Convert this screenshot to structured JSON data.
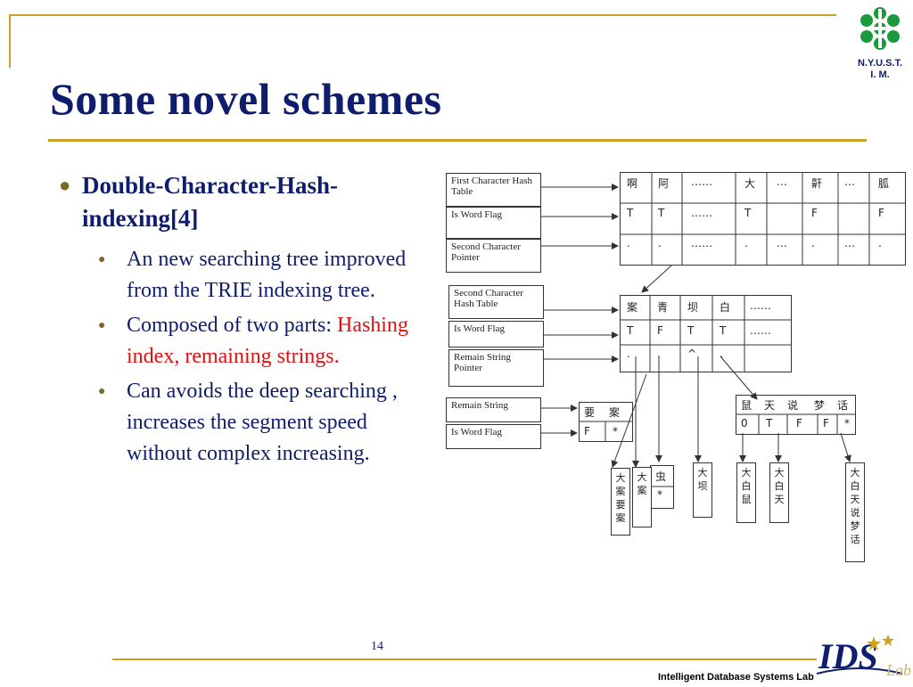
{
  "slide": {
    "title": "Some novel schemes",
    "page_number": "14",
    "footer": "Intelligent Database Systems Lab",
    "logo_top": {
      "line1": "N.Y.U.S.T.",
      "line2": "I. M."
    },
    "logo_bottom": {
      "text": "IDS",
      "sub": "Lab"
    }
  },
  "bullets": {
    "main": "Double-Character-Hash-indexing[4]",
    "sub1": "An new searching tree improved from the TRIE indexing tree.",
    "sub2_black": "Composed of two parts:",
    "sub2_red": "Hashing index, remaining strings.",
    "sub3": "Can avoids the deep searching , increases the segment speed without complex increasing."
  },
  "diagram": {
    "left_boxes": [
      "First Character Hash Table",
      "Is Word Flag",
      "Second Character Pointer",
      "Second Character Hash Table",
      "Is Word Flag",
      "Remain String Pointer",
      "Remain String",
      "Is Word Flag"
    ],
    "table1": {
      "row1": [
        "啊",
        "阿",
        "……",
        "大",
        "…",
        "鼾",
        "…",
        "胍"
      ],
      "row2": [
        "T",
        "T",
        "……",
        "T",
        "",
        "F",
        "",
        "F"
      ],
      "row3": [
        ".",
        ".",
        "……",
        ".",
        "…",
        ".",
        "…",
        "."
      ]
    },
    "table2": {
      "row1": [
        "案",
        "青",
        "坝",
        "白",
        "……"
      ],
      "row2": [
        "T",
        "F",
        "T",
        "T",
        "……"
      ],
      "row3": [
        ".",
        ".",
        "^",
        ".",
        ""
      ]
    },
    "table3": {
      "row1": [
        "要",
        "案"
      ],
      "row2": [
        "F",
        "*"
      ]
    },
    "table4": {
      "row1": [
        "鼠",
        "天",
        "说",
        "梦",
        "话"
      ],
      "row2": [
        "0",
        "T",
        "F",
        "F",
        "*"
      ]
    },
    "small_table": {
      "row1": "虫",
      "row2": "*"
    },
    "vertical_boxes": [
      "大案要案",
      "大案",
      "大坝",
      "大白鼠",
      "大白天",
      "大白天说梦话"
    ]
  }
}
